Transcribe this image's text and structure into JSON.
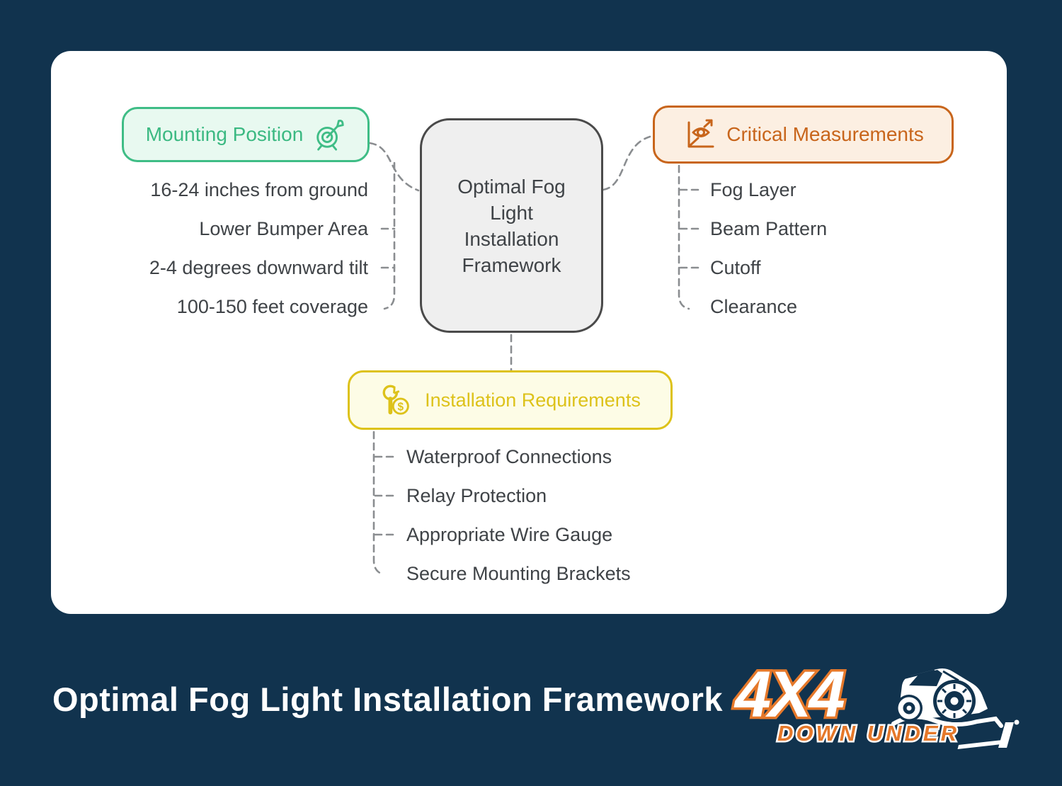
{
  "palette": {
    "background": "#11334e",
    "card": "#ffffff",
    "green": "#3fbd86",
    "green_fill": "#e8f9f0",
    "orange": "#c8651b",
    "orange_fill": "#fcefe2",
    "yellow": "#ddc21a",
    "yellow_fill": "#fdfce6",
    "node_fill": "#efefef",
    "node_border": "#4a4a4a",
    "item_text": "#3f4347",
    "connector": "#8a8d90",
    "logo_orange": "#e5782a"
  },
  "diagram": {
    "center_node": {
      "label": "Optimal Fog\nLight\nInstallation\nFramework"
    },
    "branches": {
      "mounting": {
        "label": "Mounting Position",
        "icon": "target-dart-icon",
        "items": [
          "16-24 inches from ground",
          "Lower Bumper Area",
          "2-4 degrees downward tilt",
          "100-150 feet coverage"
        ]
      },
      "critical": {
        "label": "Critical Measurements",
        "icon": "chart-eye-icon",
        "items": [
          "Fog Layer",
          "Beam Pattern",
          "Cutoff",
          "Clearance"
        ]
      },
      "installation": {
        "label": "Installation Requirements",
        "icon": "wrench-dollar-icon",
        "items": [
          "Waterproof Connections",
          "Relay Protection",
          "Appropriate Wire Gauge",
          "Secure Mounting Brackets"
        ]
      }
    }
  },
  "footer": {
    "title": "Optimal Fog Light Installation Framework",
    "logo": {
      "primary": "4X4",
      "secondary": "DOWN UNDER"
    }
  }
}
